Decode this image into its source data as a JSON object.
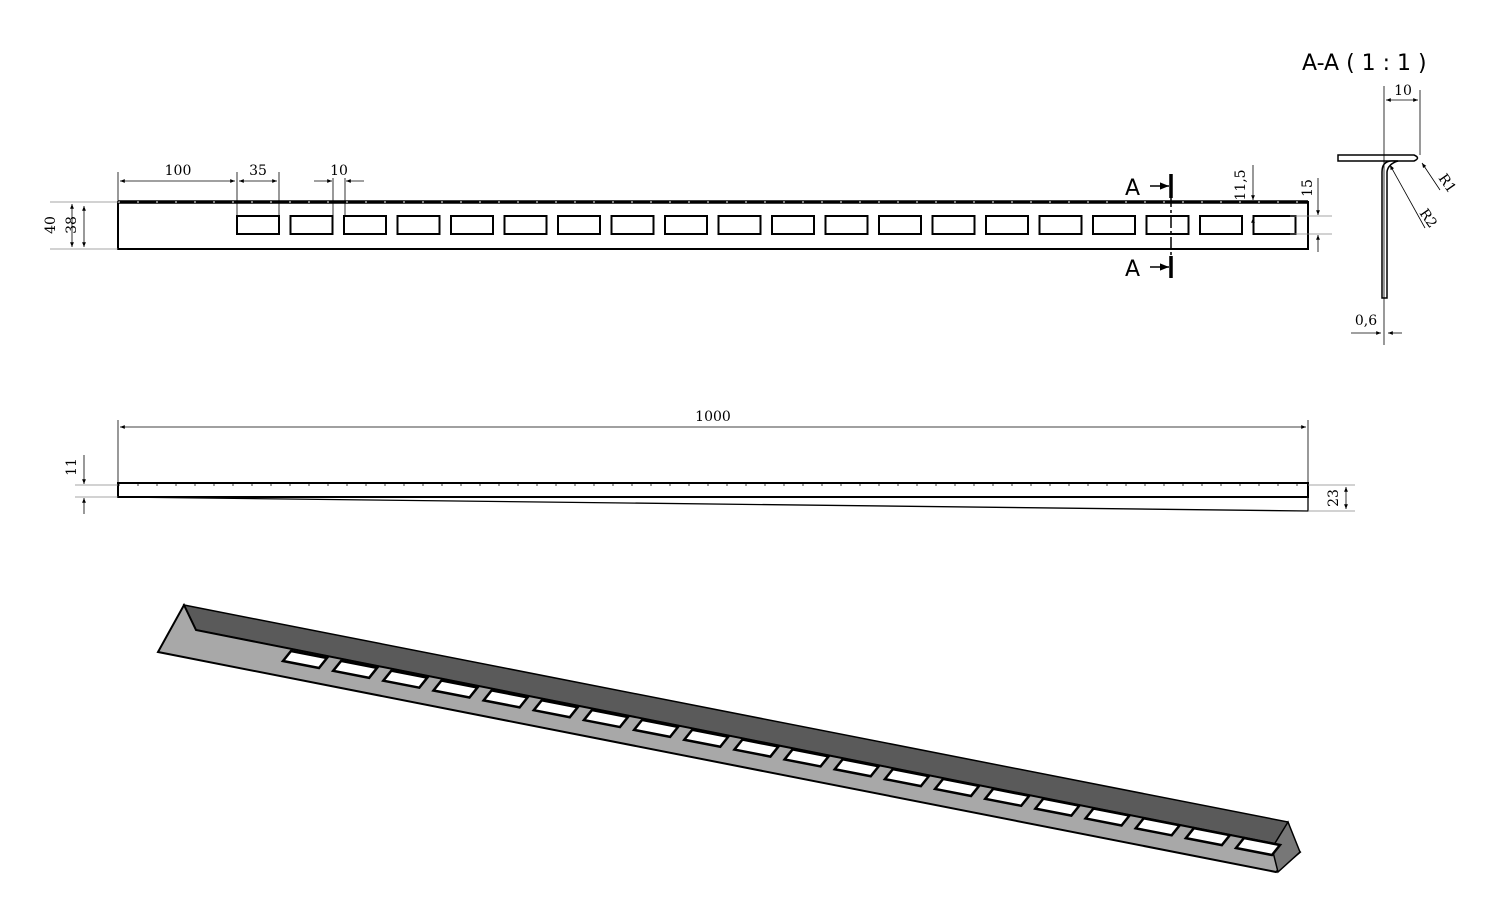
{
  "section_title": "A-A ( 1 : 1 )",
  "section_marker": "A",
  "top_view": {
    "dims": {
      "offset": "100",
      "slot_length": "35",
      "gap": "10",
      "height_outer": "40",
      "height_inner": "38",
      "slot_offset": "11,5",
      "slot_height": "15"
    },
    "slot_count": 20
  },
  "side_view": {
    "dims": {
      "length": "1000",
      "left_height": "11",
      "right_height": "23"
    }
  },
  "section_view": {
    "dims": {
      "flange": "10",
      "thickness": "0,6",
      "r1": "R1",
      "r2": "R2"
    }
  },
  "colors": {
    "line": "#000000",
    "iso_fill": "#a8a8a8",
    "iso_dark": "#5a5a5a"
  }
}
